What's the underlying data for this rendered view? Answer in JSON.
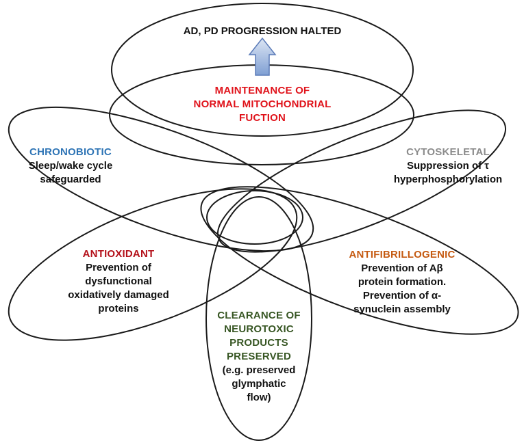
{
  "header": {
    "text": "AD, PD PROGRESSION HALTED"
  },
  "center": {
    "lines": [
      "MAINTENANCE OF",
      "NORMAL MITOCHONDRIAL",
      "FUCTION"
    ],
    "color": "#e0131b"
  },
  "chronobiotic": {
    "title": "CHRONOBIOTIC",
    "title_color": "#2e74b5",
    "lines": [
      "Sleep/wake cycle",
      "safeguarded"
    ]
  },
  "cytoskeletal": {
    "title": "CYTOSKELETAL",
    "title_color": "#8c8c8c",
    "lines": [
      "Suppression of τ",
      "hyperphosphorylation"
    ]
  },
  "antioxidant": {
    "title": "ANTIOXIDANT",
    "title_color": "#b4121b",
    "lines": [
      "Prevention of",
      "dysfunctional",
      "oxidatively damaged",
      "proteins"
    ]
  },
  "antifibrillogenic": {
    "title": "ANTIFIBRILLOGENIC",
    "title_color": "#c55a11",
    "lines": [
      "Prevention of Aβ",
      "protein formation.",
      "Prevention of α-",
      "synuclein assembly"
    ]
  },
  "clearance": {
    "title_lines": [
      "CLEARANCE OF",
      "NEUROTOXIC",
      "PRODUCTS",
      "PRESERVED"
    ],
    "title_color": "#375623",
    "lines": [
      "(e.g. preserved",
      "glymphatic",
      "flow)"
    ]
  },
  "colors": {
    "outline": "#1a1a1a",
    "arrow_fill_top": "#dde6f4",
    "arrow_fill_bottom": "#7f9fd3",
    "arrow_stroke": "#5b7bb8"
  }
}
